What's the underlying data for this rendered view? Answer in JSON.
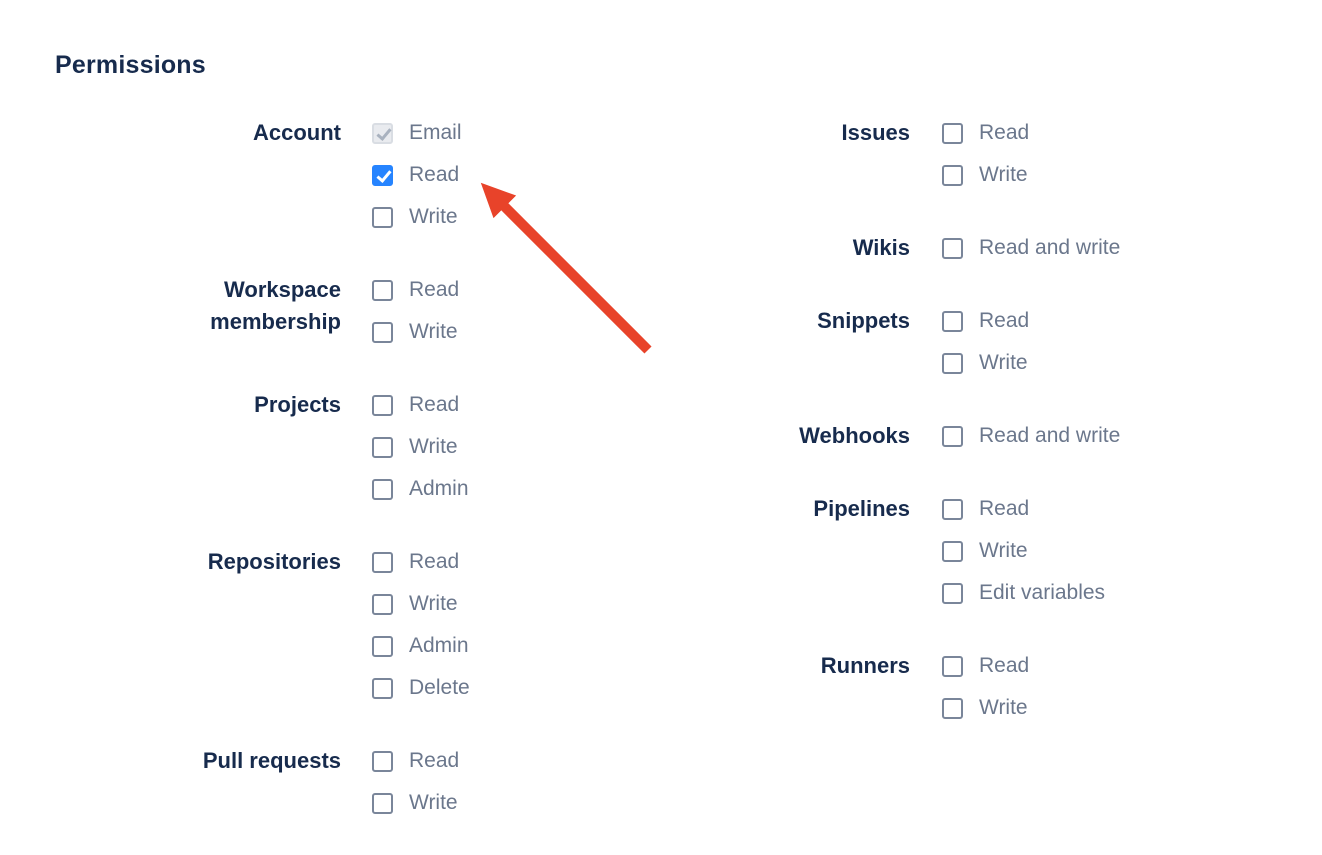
{
  "page": {
    "title": "Permissions"
  },
  "theme": {
    "heading_color": "#172B4D",
    "option_label_color": "#6B778C",
    "checkbox_checked_color": "#2684FF",
    "checkbox_disabled_fill": "#E9EBEF"
  },
  "columns": [
    {
      "groups": [
        {
          "label": "Account",
          "options": [
            {
              "label": "Email",
              "checked": true,
              "disabled": true
            },
            {
              "label": "Read",
              "checked": true,
              "disabled": false
            },
            {
              "label": "Write",
              "checked": false,
              "disabled": false
            }
          ]
        },
        {
          "label": "Workspace membership",
          "options": [
            {
              "label": "Read",
              "checked": false,
              "disabled": false
            },
            {
              "label": "Write",
              "checked": false,
              "disabled": false
            }
          ]
        },
        {
          "label": "Projects",
          "options": [
            {
              "label": "Read",
              "checked": false,
              "disabled": false
            },
            {
              "label": "Write",
              "checked": false,
              "disabled": false
            },
            {
              "label": "Admin",
              "checked": false,
              "disabled": false
            }
          ]
        },
        {
          "label": "Repositories",
          "options": [
            {
              "label": "Read",
              "checked": false,
              "disabled": false
            },
            {
              "label": "Write",
              "checked": false,
              "disabled": false
            },
            {
              "label": "Admin",
              "checked": false,
              "disabled": false
            },
            {
              "label": "Delete",
              "checked": false,
              "disabled": false
            }
          ]
        },
        {
          "label": "Pull requests",
          "options": [
            {
              "label": "Read",
              "checked": false,
              "disabled": false
            },
            {
              "label": "Write",
              "checked": false,
              "disabled": false
            }
          ]
        }
      ]
    },
    {
      "groups": [
        {
          "label": "Issues",
          "options": [
            {
              "label": "Read",
              "checked": false,
              "disabled": false
            },
            {
              "label": "Write",
              "checked": false,
              "disabled": false
            }
          ]
        },
        {
          "label": "Wikis",
          "options": [
            {
              "label": "Read and write",
              "checked": false,
              "disabled": false
            }
          ]
        },
        {
          "label": "Snippets",
          "options": [
            {
              "label": "Read",
              "checked": false,
              "disabled": false
            },
            {
              "label": "Write",
              "checked": false,
              "disabled": false
            }
          ]
        },
        {
          "label": "Webhooks",
          "options": [
            {
              "label": "Read and write",
              "checked": false,
              "disabled": false
            }
          ]
        },
        {
          "label": "Pipelines",
          "options": [
            {
              "label": "Read",
              "checked": false,
              "disabled": false
            },
            {
              "label": "Write",
              "checked": false,
              "disabled": false
            },
            {
              "label": "Edit variables",
              "checked": false,
              "disabled": false
            }
          ]
        },
        {
          "label": "Runners",
          "options": [
            {
              "label": "Read",
              "checked": false,
              "disabled": false
            },
            {
              "label": "Write",
              "checked": false,
              "disabled": false
            }
          ]
        }
      ]
    }
  ],
  "annotation": {
    "type": "arrow",
    "color": "#E8432A",
    "points_to": "account-read-checkbox"
  }
}
